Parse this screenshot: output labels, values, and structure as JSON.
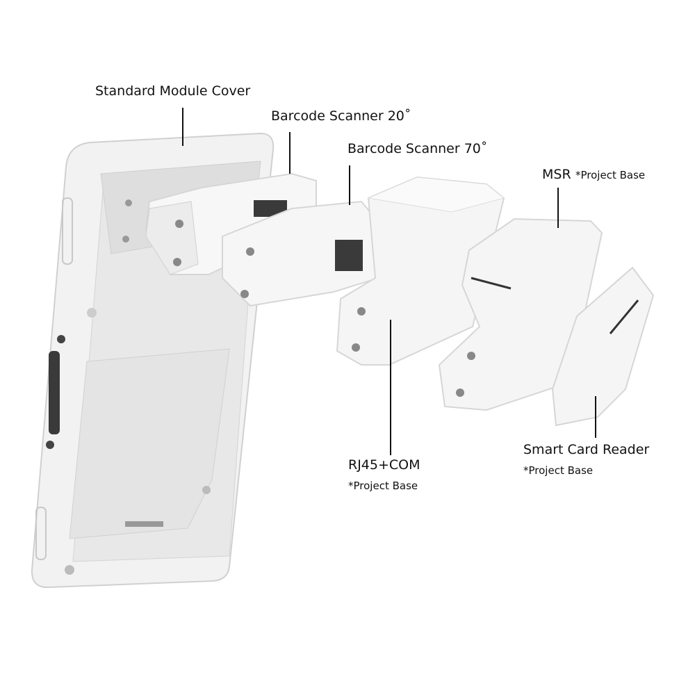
{
  "labels": {
    "standard_module_cover": "Standard Module Cover",
    "barcode_20": "Barcode Scanner 20˚",
    "barcode_70": "Barcode Scanner 70˚",
    "msr": "MSR",
    "msr_note": "*Project Base",
    "rj45": "RJ45+COM",
    "rj45_note": "*Project Base",
    "smart_card": "Smart Card Reader",
    "smart_card_note": "*Project Base"
  },
  "colors": {
    "device": "#f4f4f4",
    "edge": "#d8d8d8",
    "shadow": "#c9c9c9",
    "dark": "#3a3a3a"
  }
}
